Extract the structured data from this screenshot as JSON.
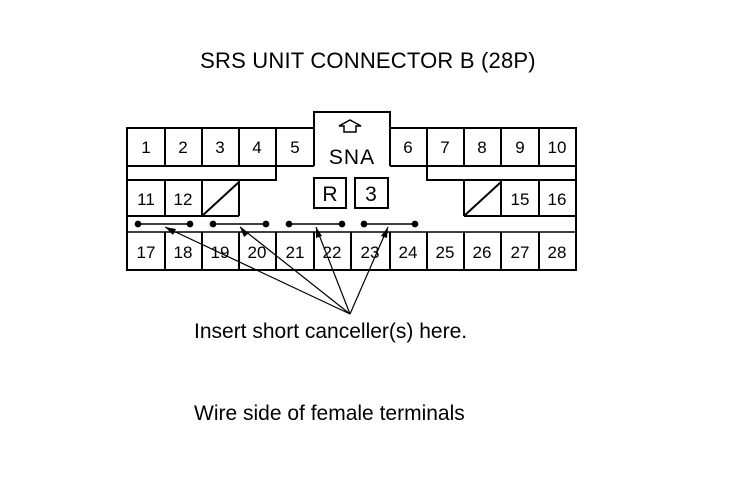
{
  "title": "SRS UNIT CONNECTOR B (28P)",
  "connector": {
    "row1": [
      "1",
      "2",
      "3",
      "4",
      "5",
      "6",
      "7",
      "8",
      "9",
      "10"
    ],
    "row2_left": [
      "11",
      "12"
    ],
    "row2_right": [
      "15",
      "16"
    ],
    "row3": [
      "17",
      "18",
      "19",
      "20",
      "21",
      "22",
      "23",
      "24",
      "25",
      "26",
      "27",
      "28"
    ],
    "key_label": "SNA",
    "marks": [
      "R",
      "3"
    ]
  },
  "note": "Insert short canceller(s) here.",
  "side_label": "Wire side of female terminals"
}
